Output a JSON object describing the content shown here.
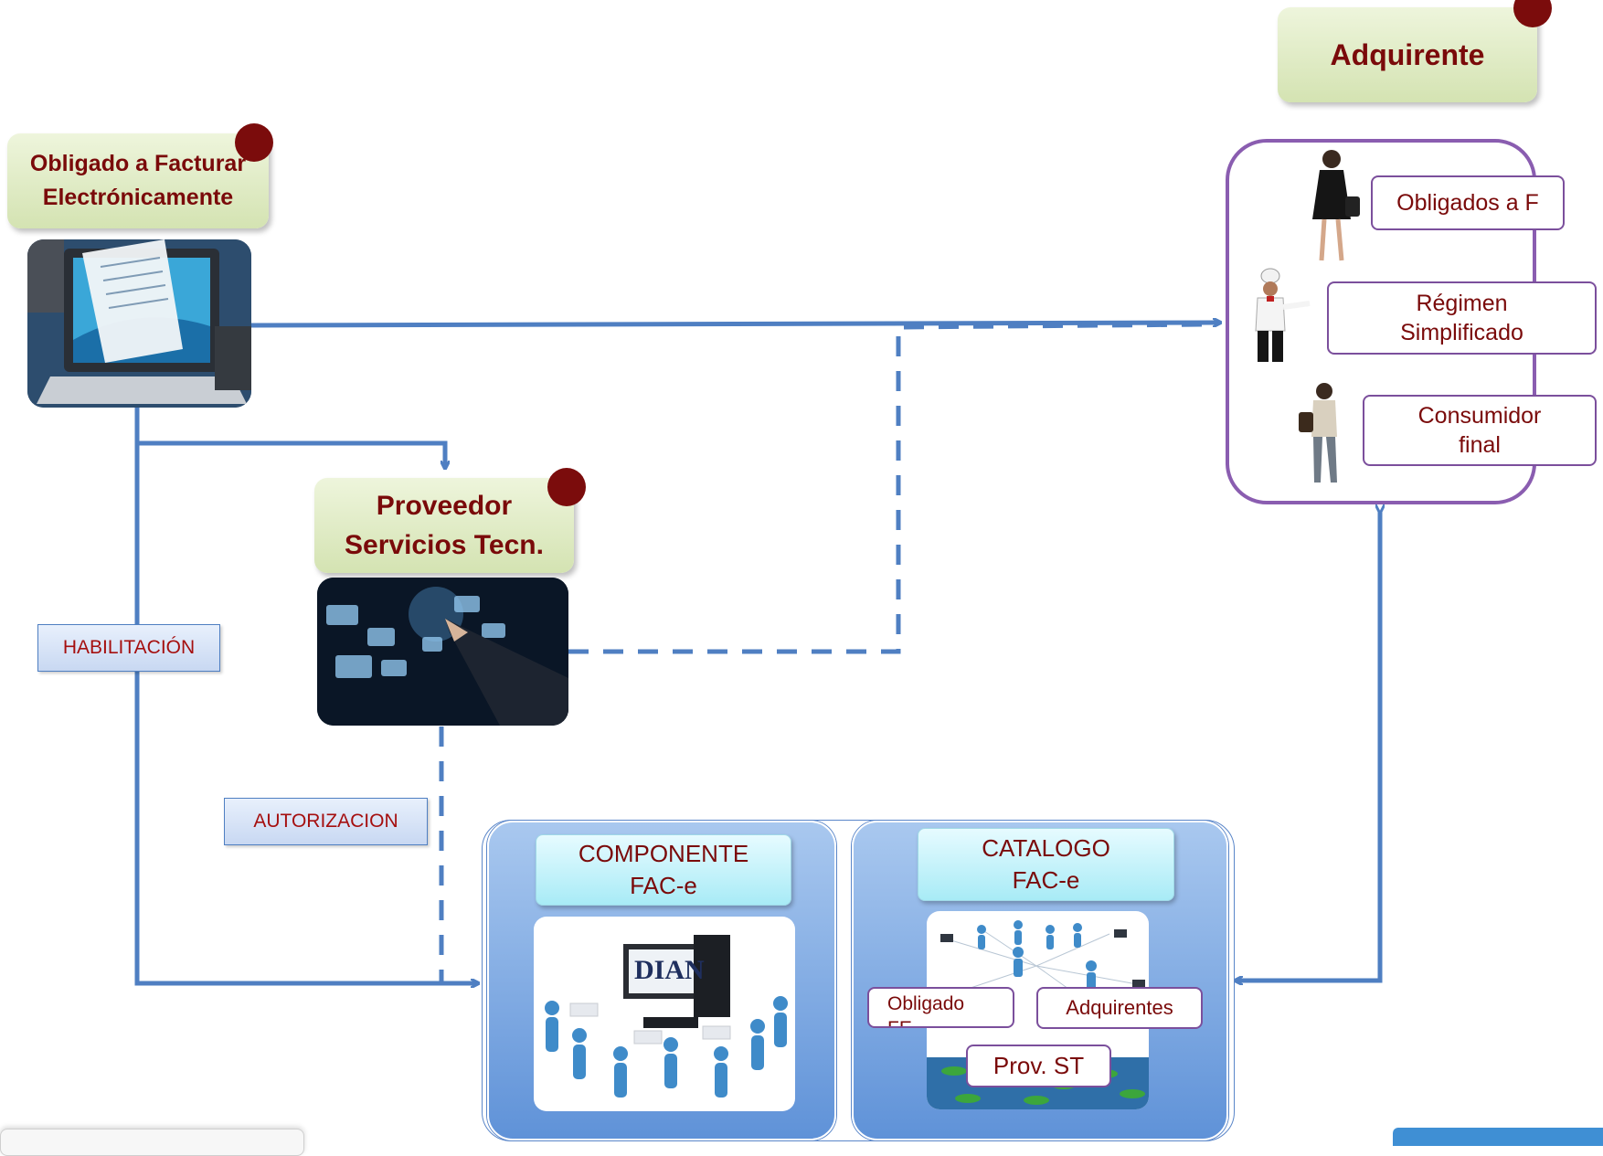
{
  "nodes": {
    "obligado": "Obligado a Facturar Electrónicamente",
    "proveedor": "Proveedor Servicios Tecn.",
    "adquirente": "Adquirente"
  },
  "adquirente_types": [
    "Obligados a F",
    "Régimen Simplificado",
    "Consumidor final"
  ],
  "flows": {
    "habilitacion": "HABILITACIÓN",
    "autorizacion": "AUTORIZACION"
  },
  "componente": {
    "title": "COMPONENTE FAC-e",
    "logo": "DIAN"
  },
  "catalogo": {
    "title": "CATALOGO FAC-e",
    "items": [
      "Obligado FE",
      "Adquirentes",
      "Prov. ST"
    ]
  },
  "colors": {
    "connector": "#4f7fc2",
    "label_text": "#7a0a0a",
    "marker": "#7b0c0c",
    "panel": "#5f92d8"
  }
}
